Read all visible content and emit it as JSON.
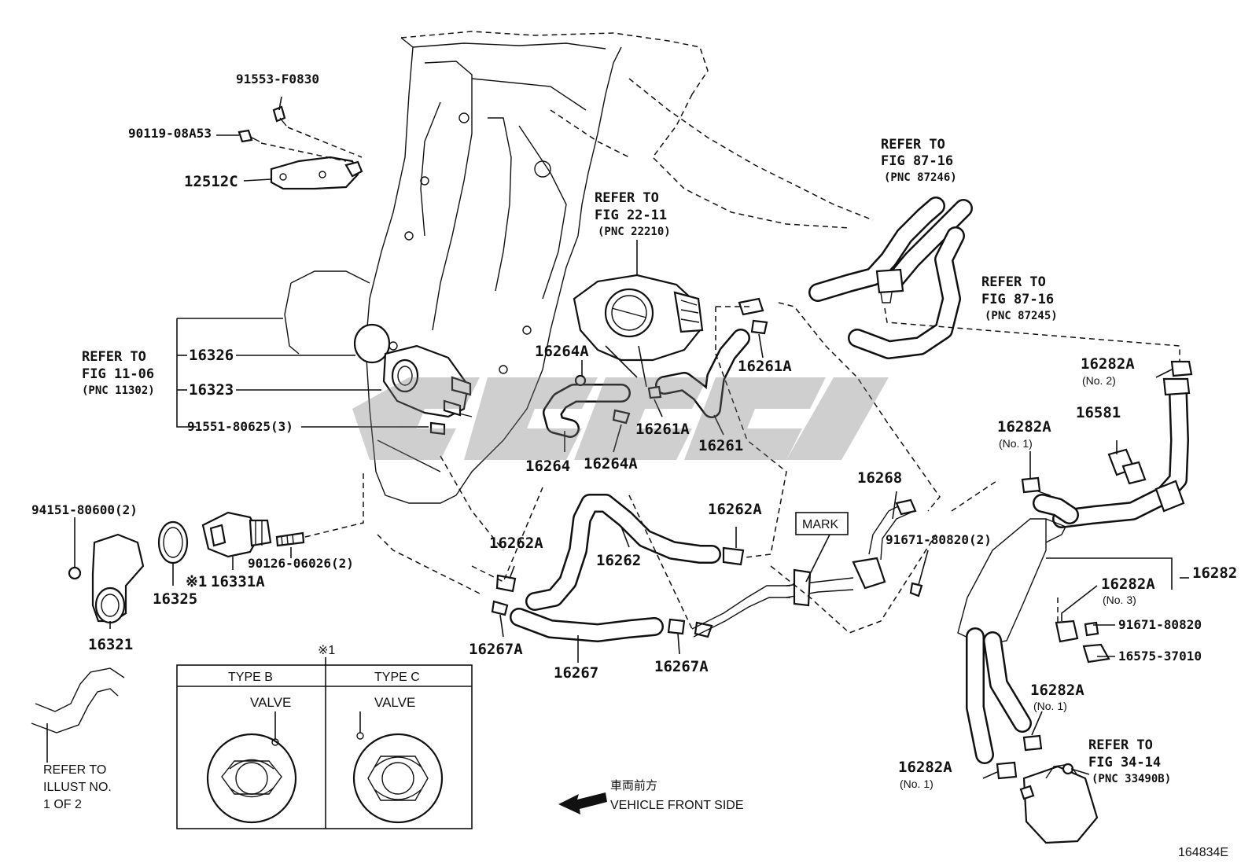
{
  "parts": {
    "p91553": "91553-F0830",
    "p90119": "90119-08A53",
    "p12512c": "12512C",
    "p16326": "16326",
    "p16323": "16323",
    "p91551": "91551-80625(3)",
    "p94151": "94151-80600(2)",
    "p16325": "16325",
    "p16331a": "16331A",
    "p16331a_mark": "※1",
    "p90126": "90126-06026(2)",
    "p16321": "16321",
    "p16264a_1": "16264A",
    "p16264": "16264",
    "p16264a_2": "16264A",
    "p16261a_1": "16261A",
    "p16261a_2": "16261A",
    "p16261": "16261",
    "p16262a_1": "16262A",
    "p16262a_2": "16262A",
    "p16262": "16262",
    "p16267a_1": "16267A",
    "p16267a_2": "16267A",
    "p16267": "16267",
    "p16268": "16268",
    "p91671_2": "91671-80820(2)",
    "p16282a_no2": "16282A",
    "no2": "(No. 2)",
    "p16581": "16581",
    "p16282a_no1a": "16282A",
    "no1a": "(No. 1)",
    "p16282": "16282",
    "p16282a_no3": "16282A",
    "no3": "(No. 3)",
    "p91671": "91671-80820",
    "p16575": "16575-37010",
    "p16282a_no1b": "16282A",
    "no1b": "(No. 1)",
    "p16282a_no1c": "16282A",
    "no1c": "(No. 1)"
  },
  "refs": {
    "ref11_l1": "REFER TO",
    "ref11_l2": "FIG 11-06",
    "ref11_l3": "(PNC 11302)",
    "ref22_l1": "REFER TO",
    "ref22_l2": "FIG 22-11",
    "ref22_l3": "(PNC 22210)",
    "ref87a_l1": "REFER TO",
    "ref87a_l2": "FIG 87-16",
    "ref87a_l3": "(PNC 87246)",
    "ref87b_l1": "REFER TO",
    "ref87b_l2": "FIG 87-16",
    "ref87b_l3": "(PNC 87245)",
    "ref34_l1": "REFER TO",
    "ref34_l2": "FIG 34-14",
    "ref34_l3": "(PNC 33490B)",
    "illust_l1": "REFER TO",
    "illust_l2": "ILLUST NO.",
    "illust_l3": "1 OF 2"
  },
  "inset": {
    "mark": "※1",
    "type_b": "TYPE B",
    "type_c": "TYPE C",
    "valve_b": "VALVE",
    "valve_c": "VALVE"
  },
  "mark_label": "MARK",
  "direction": {
    "jp": "車両前方",
    "en": "VEHICLE FRONT SIDE"
  },
  "figure_id": "164834E"
}
